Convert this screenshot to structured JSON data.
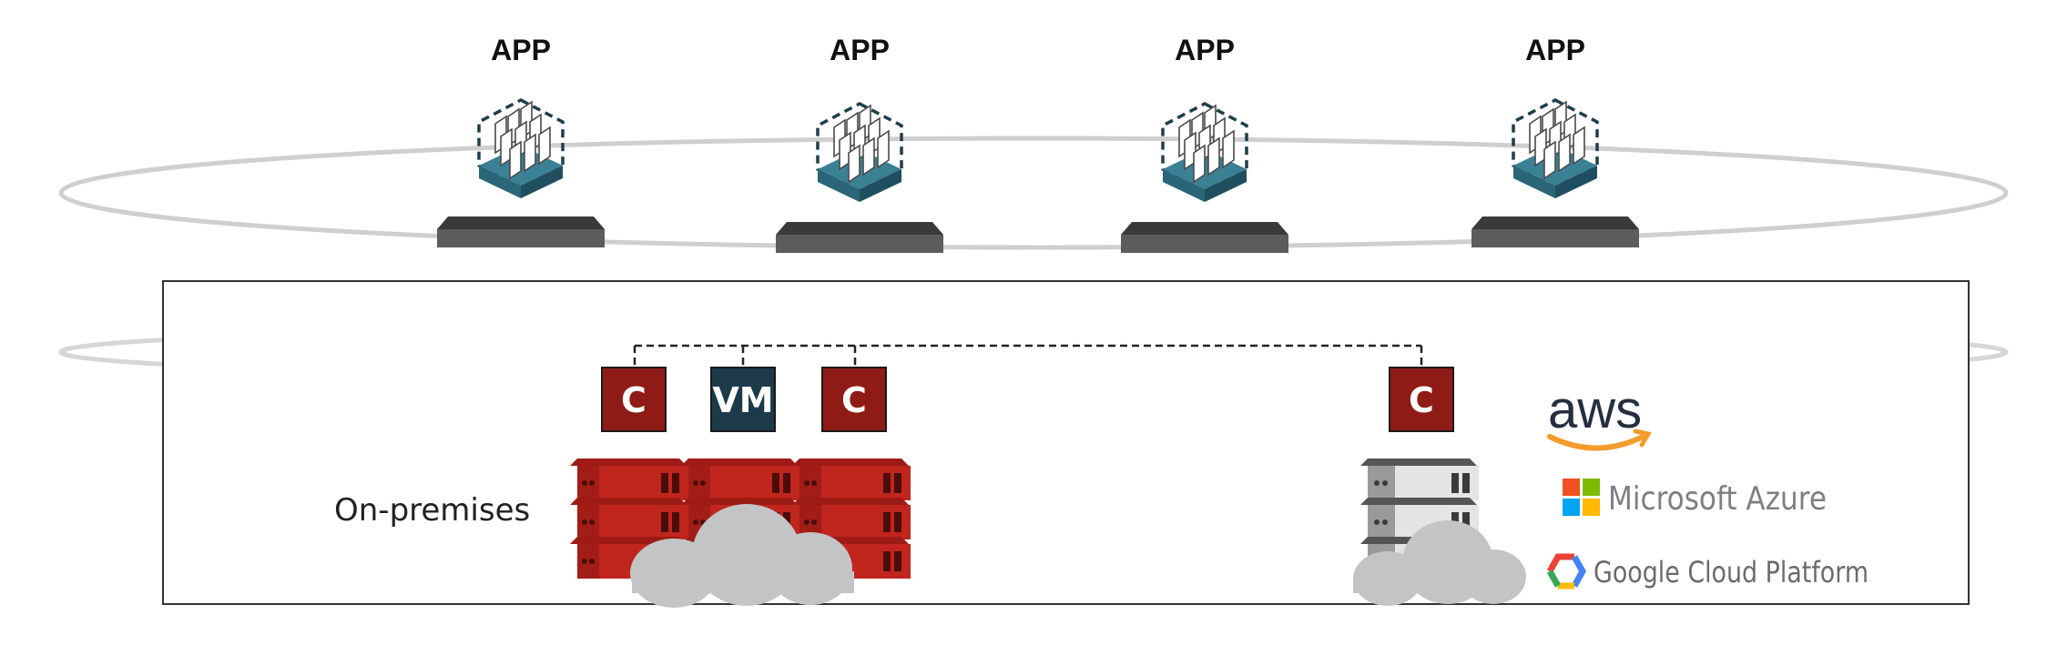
{
  "apps": [
    {
      "label": "APP"
    },
    {
      "label": "APP"
    },
    {
      "label": "APP"
    },
    {
      "label": "APP"
    }
  ],
  "onprem": {
    "label": "On-premises",
    "nodes": [
      {
        "label": "C",
        "kind": "container"
      },
      {
        "label": "VM",
        "kind": "vm"
      },
      {
        "label": "C",
        "kind": "container"
      }
    ]
  },
  "cloud": {
    "node": {
      "label": "C",
      "kind": "container"
    },
    "providers": {
      "aws": "aws",
      "azure": "Microsoft Azure",
      "gcp": "Google Cloud Platform"
    }
  },
  "colors": {
    "container": "#8f1b16",
    "vm": "#1c3a4a",
    "server_red": "#c0261e",
    "server_gray": "#d4d4d4",
    "cloud": "#c3c4c6",
    "orbit": "#d0d0d0",
    "app_base": "#2c6e80"
  }
}
